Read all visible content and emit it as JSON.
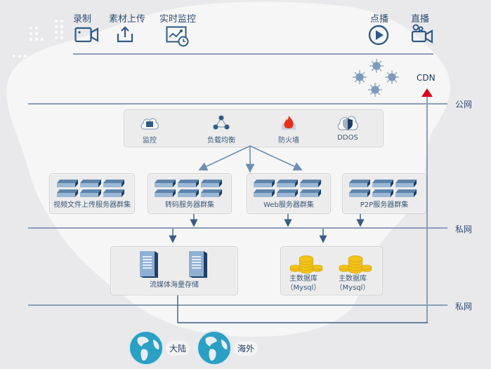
{
  "top_actions": [
    {
      "label": "录制",
      "icon": "video-camera-icon"
    },
    {
      "label": "素材上传",
      "icon": "upload-icon"
    },
    {
      "label": "实时监控",
      "icon": "monitor-image-clock-icon"
    }
  ],
  "play_actions": [
    {
      "label": "点播",
      "icon": "play-circle-icon"
    },
    {
      "label": "直播",
      "icon": "live-camera-icon"
    }
  ],
  "cdn": {
    "label": "CDN",
    "icon": "cdn-nodes-icon",
    "arrow_color": "#d9001b"
  },
  "networks": {
    "public": "公网",
    "private1": "私网",
    "private2": "私网"
  },
  "security_services": [
    {
      "label": "监控",
      "icon": "cloud-monitor-icon"
    },
    {
      "label": "负载均衡",
      "icon": "load-balance-icon"
    },
    {
      "label": "防火墙",
      "icon": "firewall-icon"
    },
    {
      "label": "DDOS",
      "icon": "cloud-shield-icon"
    }
  ],
  "server_clusters": [
    {
      "label": "视频文件上传服务器群集"
    },
    {
      "label": "转码服务器群集"
    },
    {
      "label": "Web服务器群集"
    },
    {
      "label": "P2P服务器群集"
    }
  ],
  "storage": {
    "label": "流媒体海量存储"
  },
  "databases": [
    {
      "line1": "主数据库",
      "line2": "（Mysql）"
    },
    {
      "line1": "主数据库",
      "line2": "（Mysql）"
    }
  ],
  "regions": [
    {
      "label": "大陆",
      "icon": "globe-icon"
    },
    {
      "label": "海外",
      "icon": "globe-icon"
    }
  ],
  "colors": {
    "line": "#8b9fb8",
    "icon_blue": "#2f5a85",
    "server_blue": "#3e6a97",
    "gold": "#f2c318",
    "cdn_arrow": "#d9001b"
  }
}
